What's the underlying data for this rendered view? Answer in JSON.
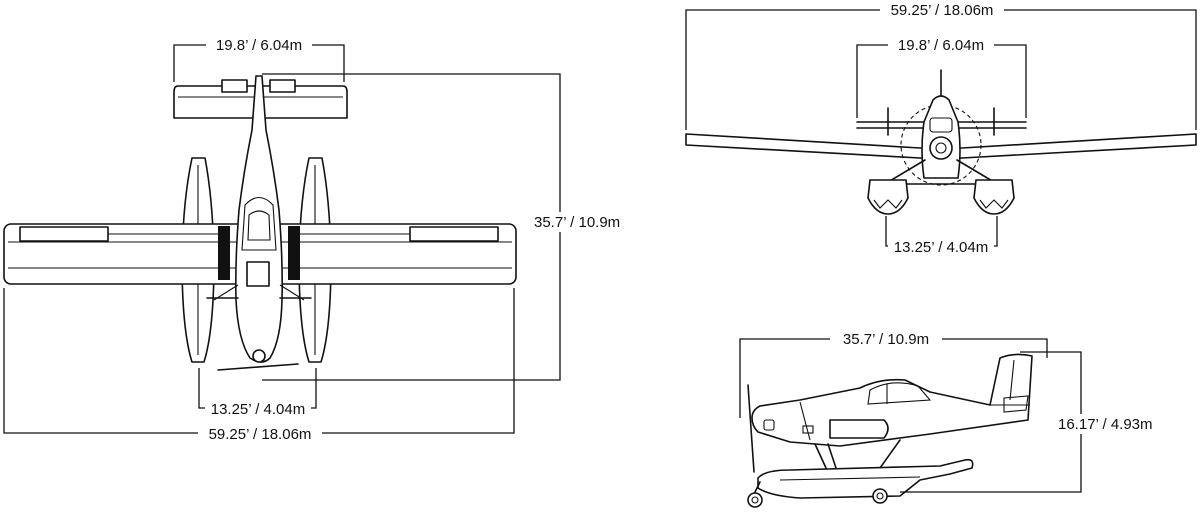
{
  "colors": {
    "line": "#111111",
    "background": "#ffffff"
  },
  "top_view": {
    "tail_span": "19.8’ / 6.04m",
    "length": "35.7’ / 10.9m",
    "float_track": "13.25’ / 4.04m",
    "wingspan": "59.25’ / 18.06m"
  },
  "front_view": {
    "wingspan": "59.25’ / 18.06m",
    "tail_span": "19.8’ / 6.04m",
    "float_track": "13.25’ / 4.04m"
  },
  "side_view": {
    "length": "35.7’ / 10.9m",
    "height": "16.17’ / 4.93m"
  }
}
